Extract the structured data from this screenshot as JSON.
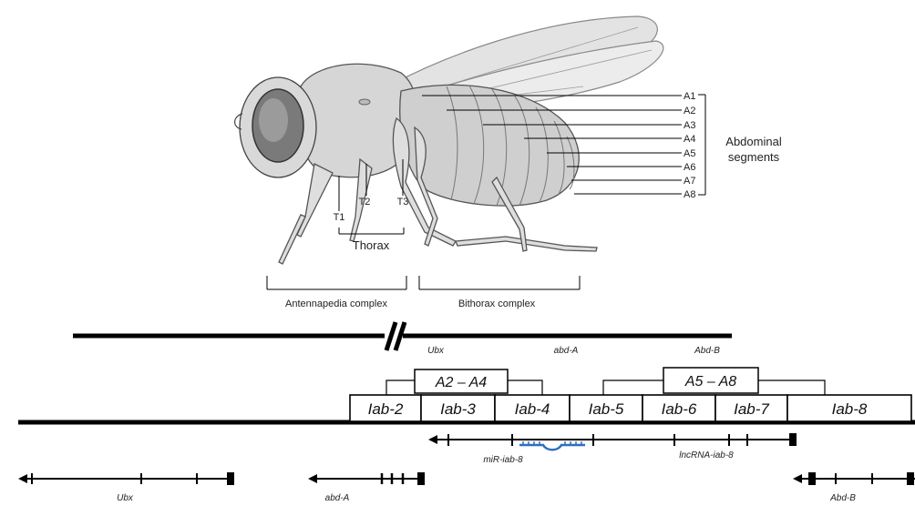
{
  "fly": {
    "abdominal_labels": [
      "A1",
      "A2",
      "A3",
      "A4",
      "A5",
      "A6",
      "A7",
      "A8"
    ],
    "abdominal_caption": [
      "Abdominal",
      "segments"
    ],
    "thoracic_labels": [
      "T1",
      "T2",
      "T3"
    ],
    "thorax_caption": "Thorax",
    "antennapedia_caption": "Antennapedia complex",
    "bithorax_caption": "Bithorax complex"
  },
  "chromosome": {
    "gene_labels": [
      "Ubx",
      "abd-A",
      "Abd-B"
    ]
  },
  "regulatory": {
    "group_a": "A2 – A4",
    "group_b": "A5 – A8",
    "domains": [
      "Iab-2",
      "Iab-3",
      "Iab-4",
      "Iab-5",
      "Iab-6",
      "Iab-7",
      "Iab-8"
    ],
    "mirna_label": "miR-iab-8",
    "lncrna_label": "lncRNA-iab-8"
  },
  "genes": {
    "labels": [
      "Ubx",
      "abd-A",
      "Abd-B"
    ]
  },
  "colors": {
    "line": "#000000",
    "mirna": "#2f6fc0",
    "body": "#cfcfcf"
  }
}
